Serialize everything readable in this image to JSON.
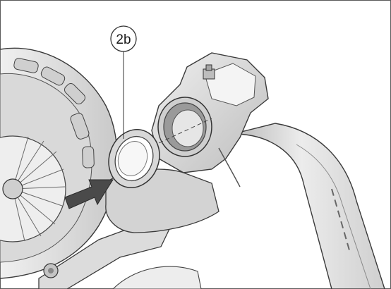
{
  "illustration": {
    "callout": {
      "label": "2b"
    },
    "colors": {
      "frame_border": "#5a5a5a",
      "background": "#ffffff",
      "part_light": "#e4e4e4",
      "part_mid": "#c7c7c7",
      "part_dark": "#8e8e8e",
      "outline": "#3a3a3a",
      "arrow": "#4a4a4a"
    },
    "parts": [
      "wheel",
      "wheel-spokes",
      "frame-tube",
      "pivot-housing",
      "bearing-ring",
      "insertion-arrow",
      "lower-bracket"
    ]
  }
}
